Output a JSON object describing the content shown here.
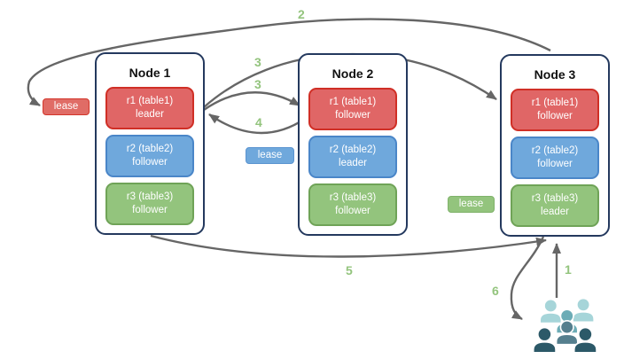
{
  "diagram": {
    "background": "#ffffff",
    "arrow_color": "#666666",
    "step_label_color": "#93c47d"
  },
  "nodes": [
    {
      "title": "Node 1",
      "replicas": [
        {
          "name": "r1 (table1)",
          "role": "leader",
          "fill": "#e06666",
          "border": "#d02f26"
        },
        {
          "name": "r2 (table2)",
          "role": "follower",
          "fill": "#6fa8dc",
          "border": "#4a86c8"
        },
        {
          "name": "r3 (table3)",
          "role": "follower",
          "fill": "#93c47d",
          "border": "#6fa357"
        }
      ]
    },
    {
      "title": "Node 2",
      "replicas": [
        {
          "name": "r1 (table1)",
          "role": "follower",
          "fill": "#e06666",
          "border": "#d02f26"
        },
        {
          "name": "r2 (table2)",
          "role": "leader",
          "fill": "#6fa8dc",
          "border": "#4a86c8"
        },
        {
          "name": "r3 (table3)",
          "role": "follower",
          "fill": "#93c47d",
          "border": "#6fa357"
        }
      ]
    },
    {
      "title": "Node 3",
      "replicas": [
        {
          "name": "r1 (table1)",
          "role": "follower",
          "fill": "#e06666",
          "border": "#d02f26"
        },
        {
          "name": "r2 (table2)",
          "role": "follower",
          "fill": "#6fa8dc",
          "border": "#4a86c8"
        },
        {
          "name": "r3 (table3)",
          "role": "leader",
          "fill": "#93c47d",
          "border": "#6fa357"
        }
      ]
    }
  ],
  "leases": [
    {
      "label": "lease",
      "color": "#e06c66"
    },
    {
      "label": "lease",
      "color": "#6fa8dc"
    },
    {
      "label": "lease",
      "color": "#93c47d"
    }
  ],
  "steps": [
    {
      "label": "1"
    },
    {
      "label": "2"
    },
    {
      "label": "3"
    },
    {
      "label": "3"
    },
    {
      "label": "4"
    },
    {
      "label": "5"
    },
    {
      "label": "6"
    }
  ],
  "client": {
    "icon": "users-group-icon",
    "colors": {
      "back": "#a6d5d9",
      "middle": "#6cacb6",
      "front_center": "#557f8e",
      "front": "#2c5968"
    }
  }
}
